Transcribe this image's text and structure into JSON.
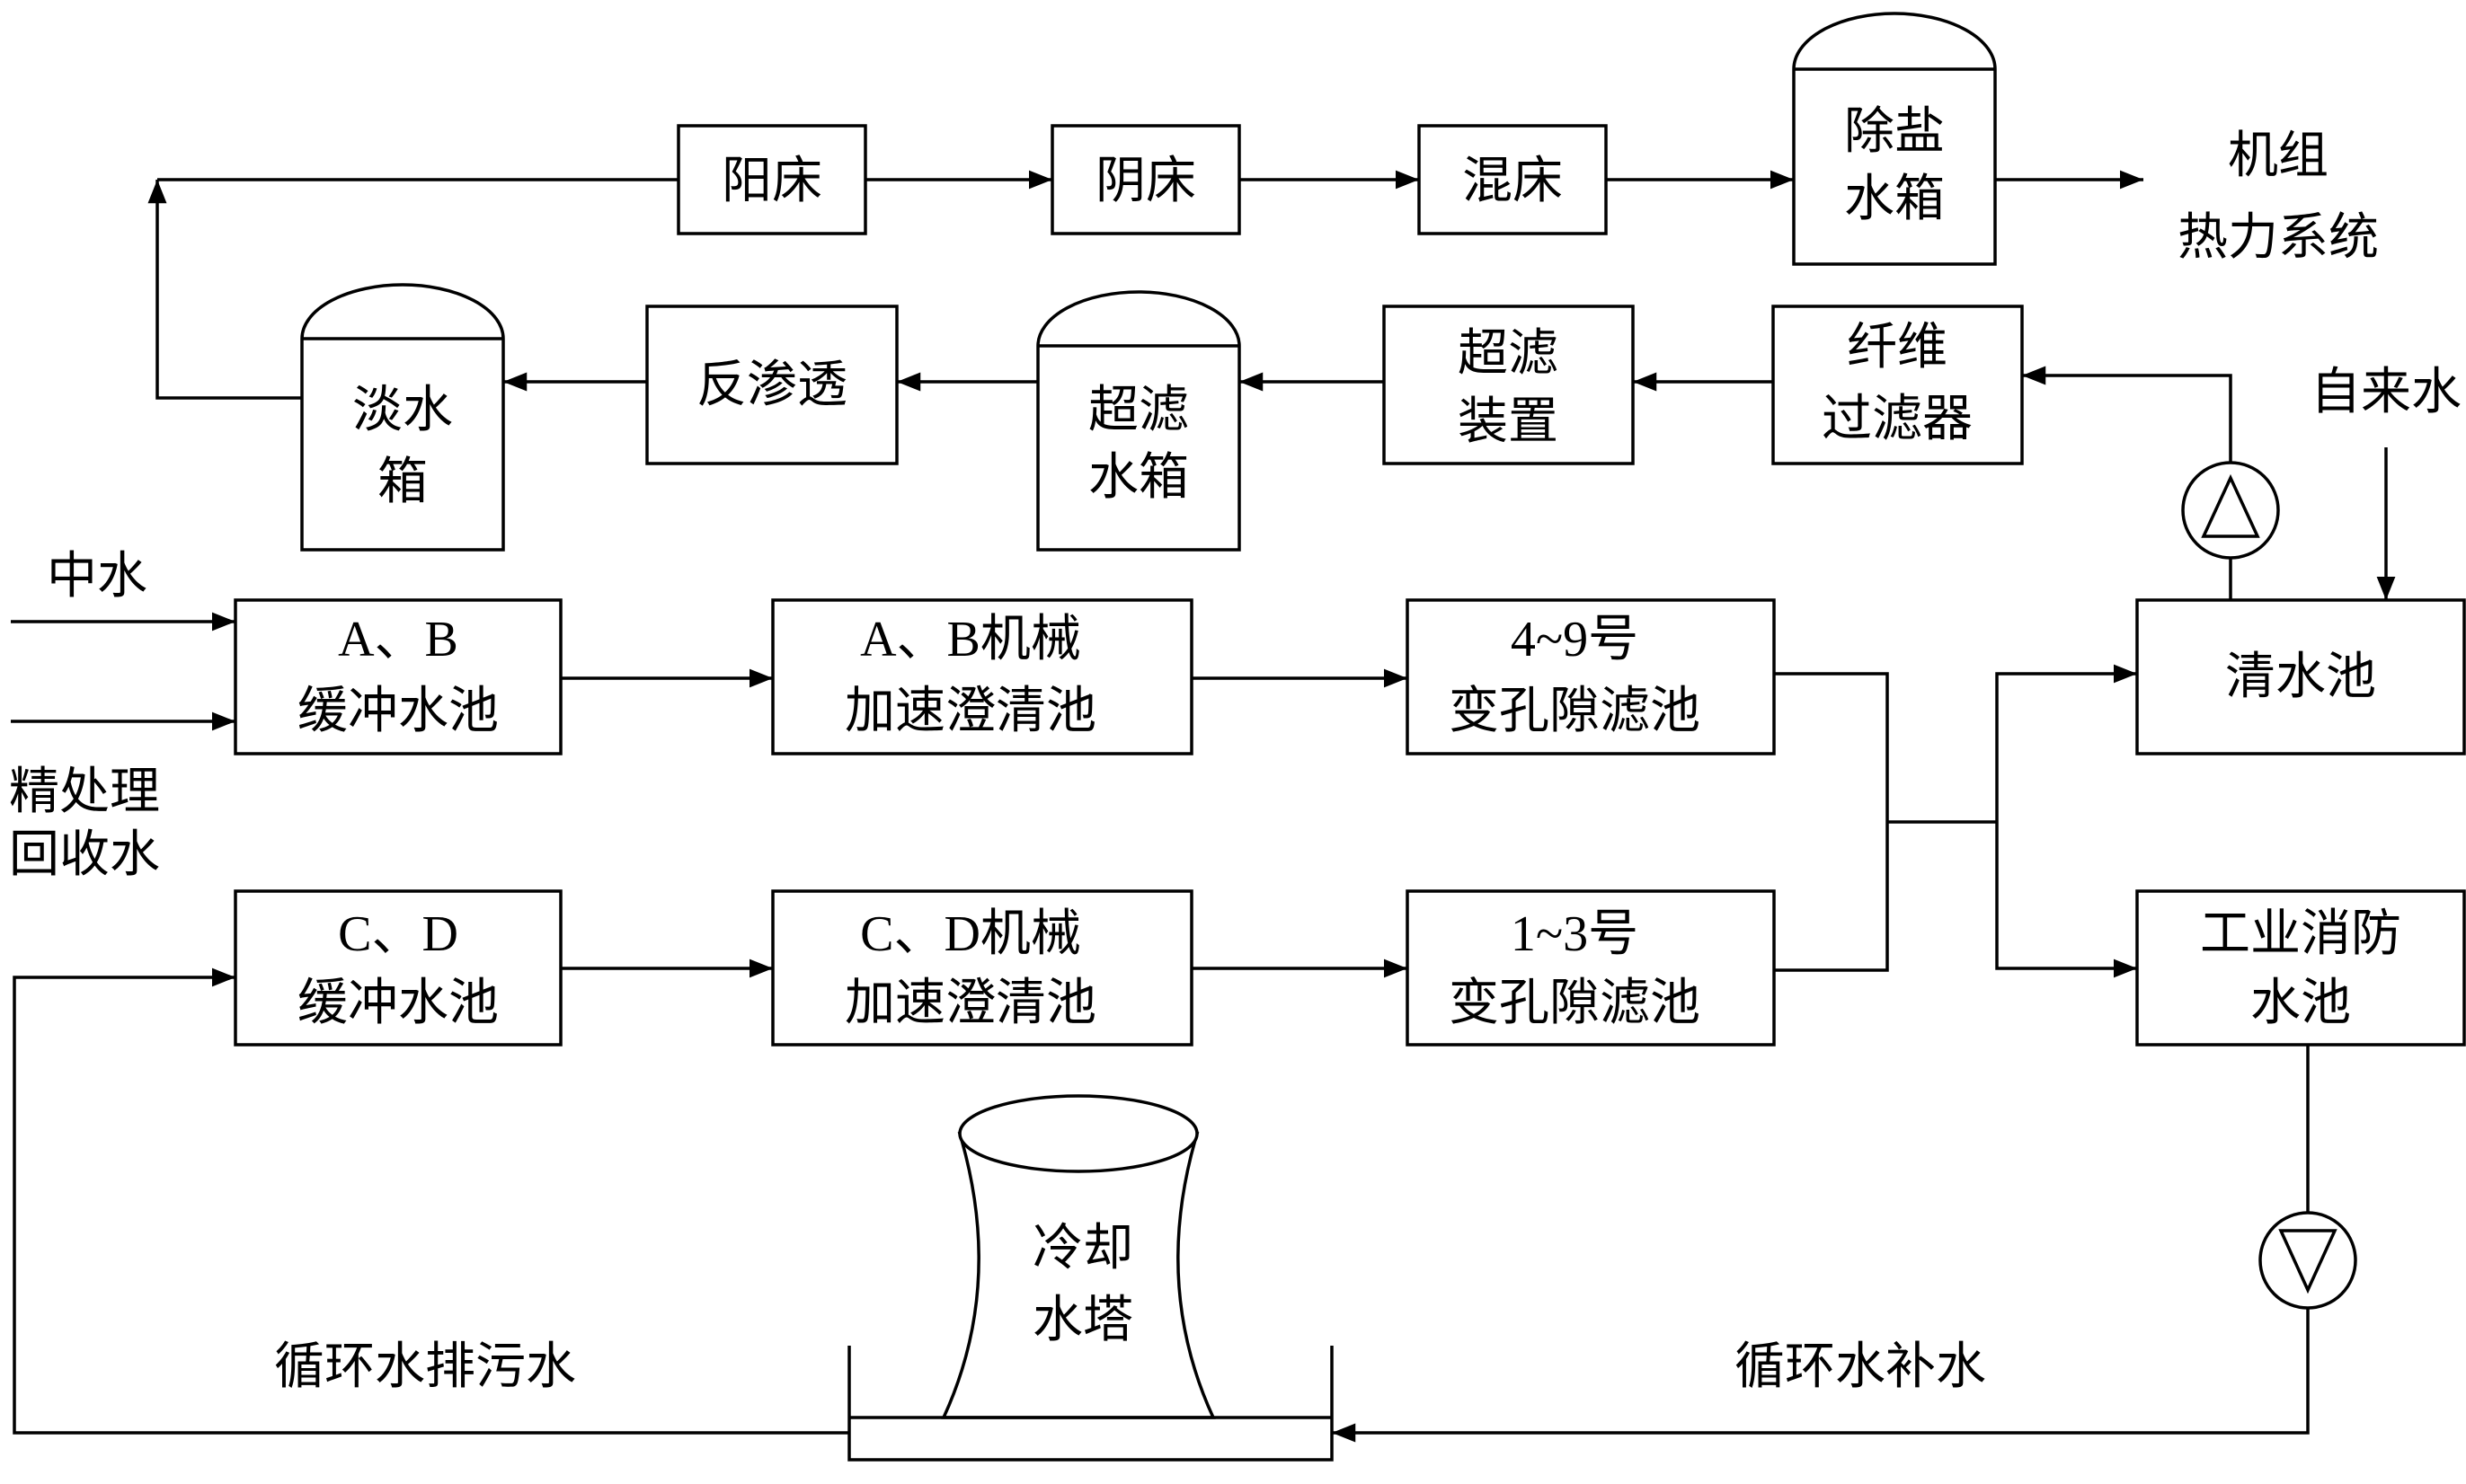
{
  "nodes": {
    "cation_bed": "阳床",
    "anion_bed": "阴床",
    "mixed_bed": "混床",
    "demin_tank": [
      "除盐",
      "水箱"
    ],
    "unit_thermal": [
      "机组",
      "热力系统"
    ],
    "fresh_tank": [
      "淡水",
      "箱"
    ],
    "reverse_osmosis": "反渗透",
    "uf_tank": [
      "超滤",
      "水箱"
    ],
    "uf_device": [
      "超滤",
      "装置"
    ],
    "fiber_filter": [
      "纤维",
      "过滤器"
    ],
    "tap_water": "自来水",
    "reclaimed_water": "中水",
    "polishing_return": [
      "精处理",
      "回收水"
    ],
    "ab_buffer": [
      "A、B",
      "缓冲水池"
    ],
    "ab_clarifier": [
      "A、B机械",
      "加速澄清池"
    ],
    "filter_4_9": [
      "4~9号",
      "变孔隙滤池"
    ],
    "clear_pool": "清水池",
    "cd_buffer": [
      "C、D",
      "缓冲水池"
    ],
    "cd_clarifier": [
      "C、D机械",
      "加速澄清池"
    ],
    "filter_1_3": [
      "1~3号",
      "变孔隙滤池"
    ],
    "fire_pool": [
      "工业消防",
      "水池"
    ],
    "cooling_tower": [
      "冷却",
      "水塔"
    ],
    "blowdown": "循环水排污水",
    "makeup": "循环水补水"
  },
  "icons": {
    "pump": "pump-icon",
    "tank": "tank-icon",
    "cooling_tower": "cooling-tower-icon"
  },
  "colors": {
    "stroke": "#000000",
    "background": "#ffffff"
  }
}
